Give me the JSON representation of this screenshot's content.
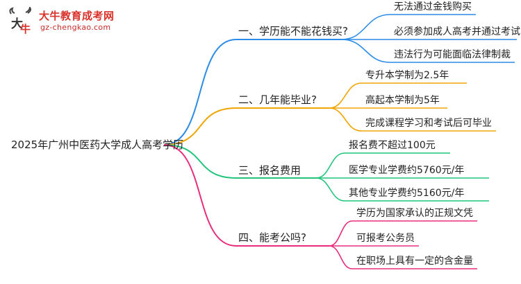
{
  "watermark": {
    "title": "大牛教育成考网",
    "url": "gz-chengkao.com",
    "logo_glyph": "大牛"
  },
  "root": "2025年广州中医药大学成人高考学历",
  "branches": [
    {
      "label": "一、学历能不能花钱买?",
      "color": "#2b8be8",
      "children": [
        "无法通过金钱购买",
        "必须参加成人高考并通过考试",
        "违法行为可能面临法律制裁"
      ]
    },
    {
      "label": "二、几年能毕业?",
      "color": "#f0a500",
      "children": [
        "专升本学制为2.5年",
        "高起本学制为5年",
        "完成课程学习和考试后可毕业"
      ]
    },
    {
      "label": "三、报名费用",
      "color": "#1fc47a",
      "children": [
        "报名费不超过100元",
        "医学专业学费约5760元/年",
        "其他专业学费约5160元/年"
      ]
    },
    {
      "label": "四、能考公吗?",
      "color": "#ea2b7b",
      "children": [
        "学历为国家承认的正规文凭",
        "可报考公务员",
        "在职场上具有一定的含金量"
      ]
    }
  ]
}
